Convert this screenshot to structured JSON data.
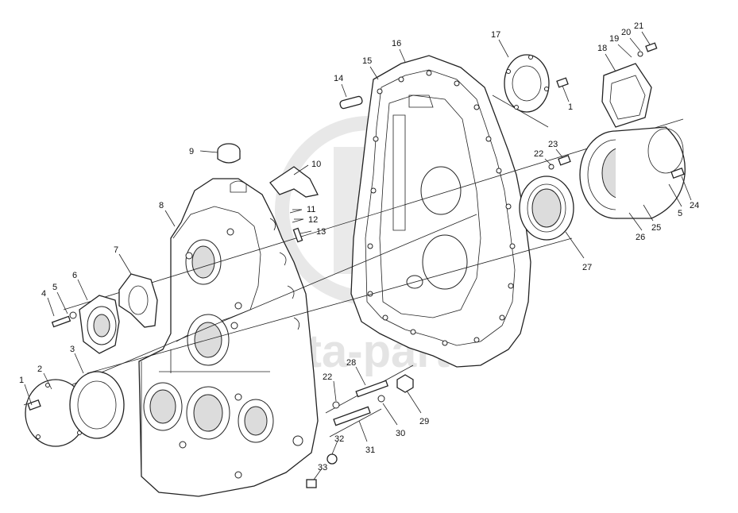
{
  "watermark": "data-parts",
  "callouts": [
    "1",
    "2",
    "3",
    "4",
    "5",
    "6",
    "7",
    "8",
    "9",
    "10",
    "11",
    "12",
    "13",
    "14",
    "15",
    "16",
    "17",
    "1",
    "18",
    "19",
    "20",
    "21",
    "22",
    "23",
    "5",
    "24",
    "25",
    "26",
    "27",
    "22",
    "28",
    "29",
    "30",
    "31",
    "32",
    "33"
  ]
}
